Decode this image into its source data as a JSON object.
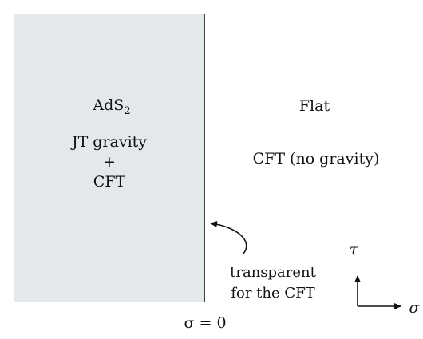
{
  "colors": {
    "ads_region_fill": "#e3e8ea",
    "ink": "#111111",
    "background": "#ffffff"
  },
  "left_region": {
    "title_main": "AdS",
    "title_sub": "2",
    "line1": "JT gravity",
    "line2": "+",
    "line3": "CFT"
  },
  "right_region": {
    "title": "Flat",
    "subtitle": "CFT (no gravity)"
  },
  "boundary": {
    "label": "σ = 0",
    "note_line1": "transparent",
    "note_line2": "for the CFT"
  },
  "axes": {
    "tau": "τ",
    "sigma": "σ"
  }
}
